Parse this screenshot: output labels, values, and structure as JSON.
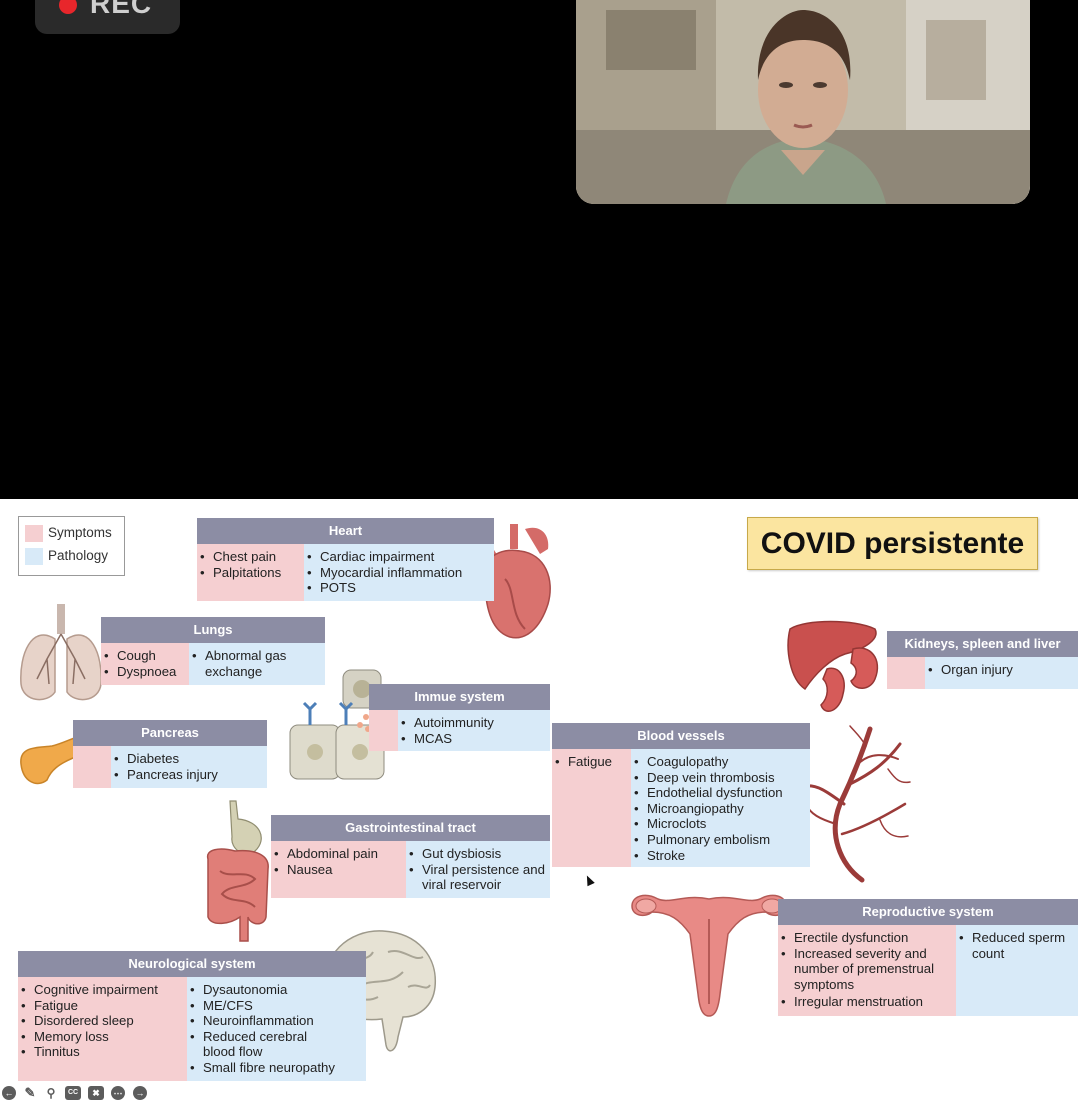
{
  "recording": {
    "label": "REC"
  },
  "slide": {
    "title": "COVID persistente",
    "legend": {
      "symptoms": "Symptoms",
      "pathology": "Pathology"
    },
    "panels": {
      "heart": {
        "title": "Heart",
        "symptoms": [
          "Chest pain",
          "Palpitations"
        ],
        "pathology": [
          "Cardiac impairment",
          "Myocardial inflammation",
          "POTS"
        ]
      },
      "lungs": {
        "title": "Lungs",
        "symptoms": [
          "Cough",
          "Dyspnoea"
        ],
        "pathology": [
          "Abnormal gas exchange"
        ]
      },
      "pancreas": {
        "title": "Pancreas",
        "pathology": [
          "Diabetes",
          "Pancreas injury"
        ]
      },
      "immune": {
        "title": "Immue system",
        "pathology": [
          "Autoimmunity",
          "MCAS"
        ]
      },
      "kidneys": {
        "title": "Kidneys, spleen and liver",
        "pathology": [
          "Organ injury"
        ]
      },
      "blood": {
        "title": "Blood vessels",
        "symptoms": [
          "Fatigue"
        ],
        "pathology": [
          "Coagulopathy",
          "Deep vein thrombosis",
          "Endothelial dysfunction",
          "Microangiopathy",
          "Microclots",
          "Pulmonary embolism",
          "Stroke"
        ]
      },
      "gi": {
        "title": "Gastrointestinal tract",
        "symptoms": [
          "Abdominal pain",
          "Nausea"
        ],
        "pathology": [
          "Gut dysbiosis",
          "Viral persistence and viral reservoir"
        ]
      },
      "reproductive": {
        "title": "Reproductive system",
        "symptoms": [
          "Erectile dysfunction",
          "Increased severity and number of premenstrual symptoms",
          "Irregular menstruation"
        ],
        "pathology": [
          "Reduced sperm count"
        ]
      },
      "neuro": {
        "title": "Neurological system",
        "symptoms": [
          "Cognitive impairment",
          "Fatigue",
          "Disordered sleep",
          "Memory loss",
          "Tinnitus"
        ],
        "pathology": [
          "Dysautonomia",
          "ME/CFS",
          "Neuroinflammation",
          "Reduced cerebral blood flow",
          "Small fibre neuropathy"
        ]
      }
    }
  },
  "toolbar": {
    "icons": [
      "back-arrow-icon",
      "pen-icon",
      "magnifier-icon",
      "closed-caption-icon",
      "camera-off-icon",
      "more-icon",
      "forward-arrow-icon"
    ],
    "cc_label": "CC"
  },
  "colors": {
    "symptoms": "#f5cfd1",
    "pathology": "#d8eaf8",
    "header": "#8c8da4",
    "title_bg": "#fbe5a0",
    "organ": "#d46b68"
  }
}
